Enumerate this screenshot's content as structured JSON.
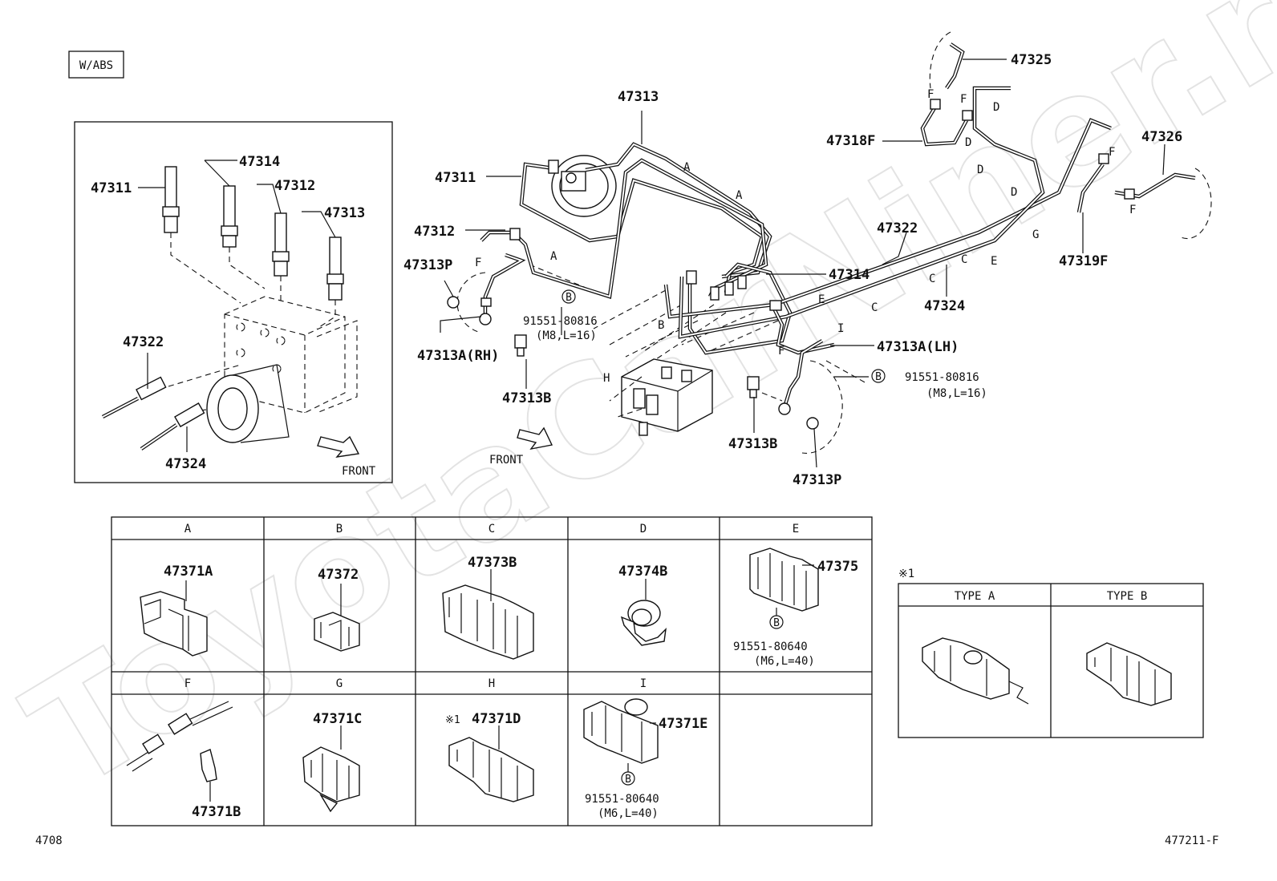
{
  "variant_label": "W/ABS",
  "page_ref": "4708",
  "figure_ref": "477211-F",
  "watermark": "ToyotaCarNiner.ru",
  "front_label": "FRONT",
  "inset": {
    "parts": [
      "47311",
      "47314",
      "47312",
      "47313",
      "47322",
      "47324"
    ],
    "front_label": "FRONT"
  },
  "main": {
    "parts": {
      "p47313": "47313",
      "p47311": "47311",
      "p47312": "47312",
      "p47313P_rh": "47313P",
      "p47313A_rh": "47313A(RH)",
      "p47313B_rh": "47313B",
      "p47314": "47314",
      "p47322": "47322",
      "p47324": "47324",
      "p47325": "47325",
      "p47318F": "47318F",
      "p47326": "47326",
      "p47319F": "47319F",
      "p47313A_lh": "47313A(LH)",
      "p47313B_lh": "47313B",
      "p47313P_lh": "47313P"
    },
    "bolt_rh": {
      "marker": "B",
      "part": "91551-80816",
      "spec": "(M8,L=16)"
    },
    "bolt_lh": {
      "marker": "B",
      "part": "91551-80816",
      "spec": "(M8,L=16)"
    },
    "letters": [
      "A",
      "A",
      "A",
      "B",
      "C",
      "C",
      "C",
      "D",
      "D",
      "D",
      "D",
      "E",
      "E",
      "F",
      "F",
      "F",
      "F",
      "F",
      "F",
      "G",
      "H",
      "I"
    ]
  },
  "clamp_table": {
    "headers_top": [
      "A",
      "B",
      "C",
      "D",
      "E"
    ],
    "headers_bottom": [
      "F",
      "G",
      "H",
      "I",
      ""
    ],
    "cells_top": [
      {
        "part": "47371A"
      },
      {
        "part": "47372"
      },
      {
        "part": "47373B"
      },
      {
        "part": "47374B"
      },
      {
        "part": "47375",
        "marker": "B",
        "bolt": "91551-80640",
        "spec": "(M6,L=40)"
      }
    ],
    "cells_bottom": [
      {
        "part": "47371B"
      },
      {
        "part": "47371C"
      },
      {
        "part": "47371D",
        "note": "※1"
      },
      {
        "part": "47371E",
        "marker": "B",
        "bolt": "91551-80640",
        "spec": "(M6,L=40)"
      },
      {
        "part": ""
      }
    ]
  },
  "type_table": {
    "note": "※1",
    "headers": [
      "TYPE A",
      "TYPE B"
    ]
  }
}
